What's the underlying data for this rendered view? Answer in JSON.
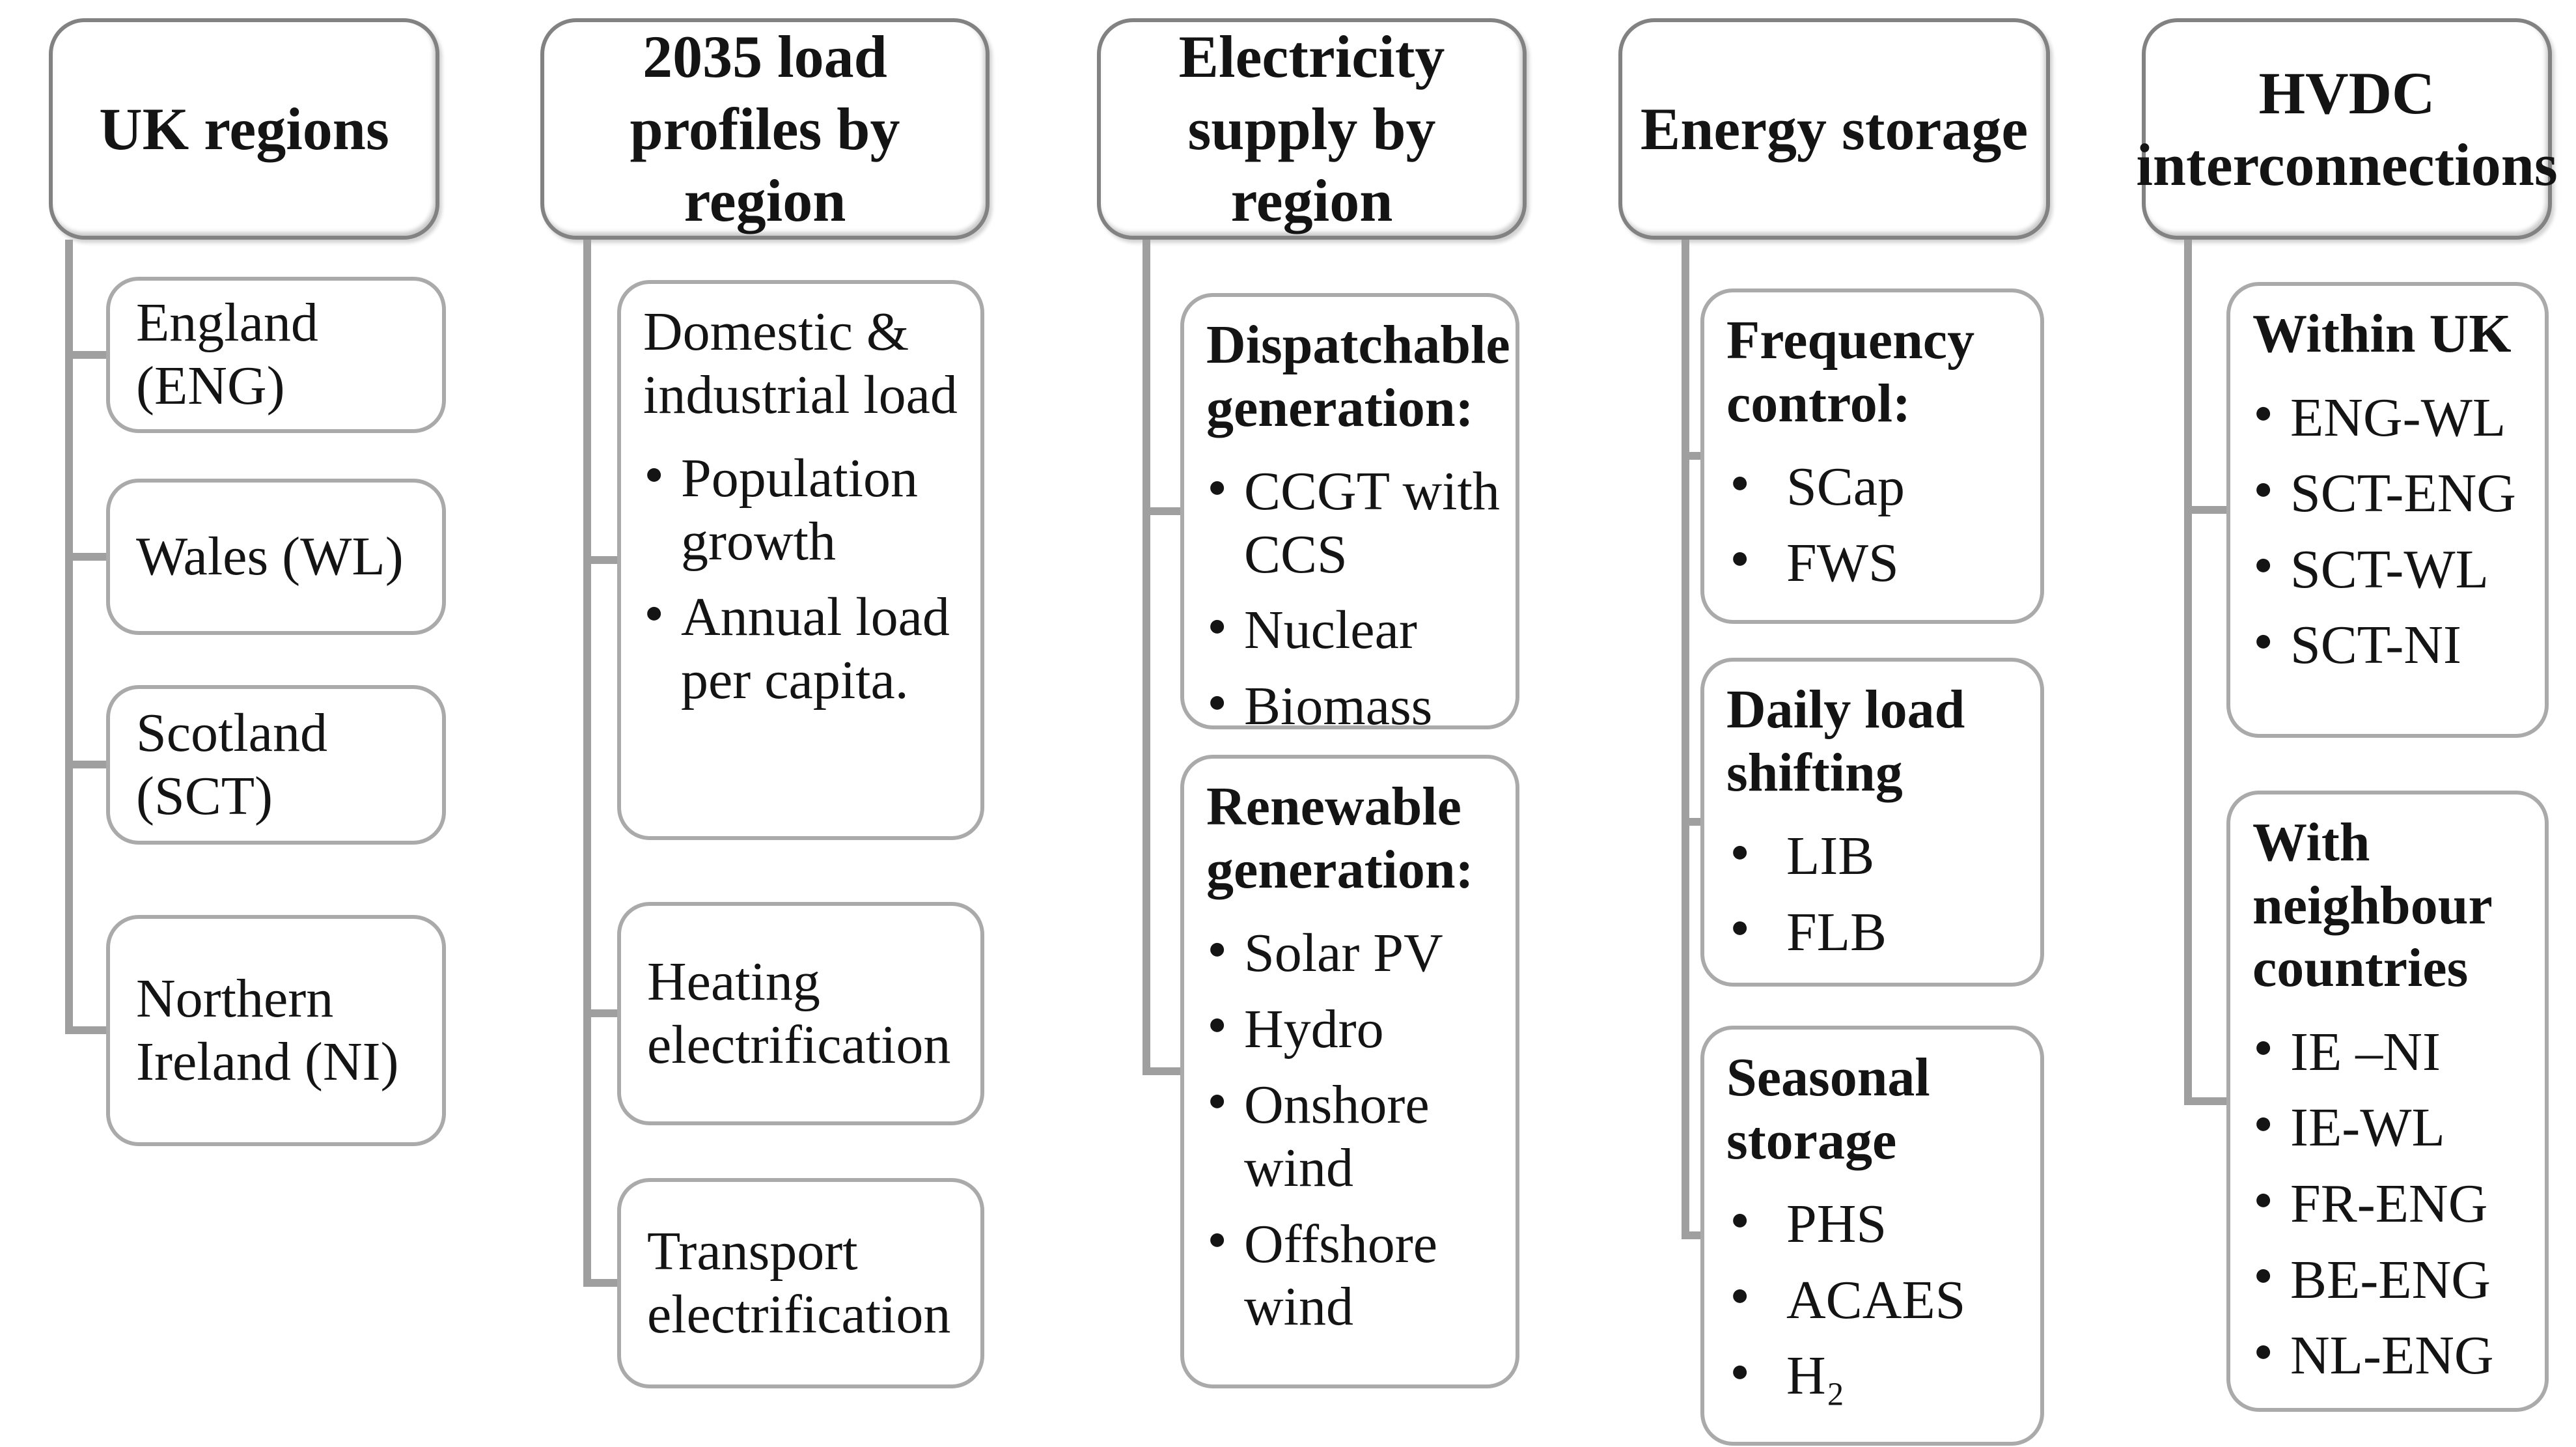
{
  "diagram": {
    "columns": [
      {
        "header": "UK regions",
        "items": [
          {
            "title": "England (ENG)",
            "bullets": []
          },
          {
            "title": "Wales (WL)",
            "bullets": []
          },
          {
            "title": "Scotland (SCT)",
            "bullets": []
          },
          {
            "title": "Northern Ireland (NI)",
            "bullets": []
          }
        ]
      },
      {
        "header": "2035 load profiles by region",
        "items": [
          {
            "title": "Domestic & industrial load",
            "bullets": [
              "Population growth",
              "Annual load per capita."
            ]
          },
          {
            "title": "Heating electrification",
            "bullets": []
          },
          {
            "title": "Transport electrification",
            "bullets": []
          }
        ]
      },
      {
        "header": "Electricity supply by region",
        "items": [
          {
            "title": "Dispatchable generation:",
            "bullets": [
              "CCGT with CCS",
              "Nuclear",
              "Biomass"
            ]
          },
          {
            "title": "Renewable generation:",
            "bullets": [
              "Solar PV",
              "Hydro",
              "Onshore wind",
              "Offshore wind"
            ]
          }
        ]
      },
      {
        "header": "Energy storage",
        "items": [
          {
            "title": "Frequency control:",
            "bullets": [
              "SCap",
              "FWS"
            ]
          },
          {
            "title": "Daily load shifting",
            "bullets": [
              "LIB",
              "FLB"
            ]
          },
          {
            "title": "Seasonal storage",
            "bullets": [
              "PHS",
              "ACAES",
              "H₂"
            ]
          }
        ]
      },
      {
        "header": "HVDC interconnections",
        "items": [
          {
            "title": "Within UK",
            "bullets": [
              "ENG-WL",
              "SCT-ENG",
              "SCT-WL",
              "SCT-NI"
            ]
          },
          {
            "title": "With neighbour countries",
            "bullets": [
              "IE –NI",
              "IE-WL",
              "FR-ENG",
              "BE-ENG",
              "NL-ENG"
            ]
          }
        ]
      }
    ],
    "colors": {
      "header_border": "#828282",
      "child_border": "#aaaaaa",
      "connector": "#9f9f9f",
      "text": "#141414",
      "background": "#ffffff"
    }
  }
}
